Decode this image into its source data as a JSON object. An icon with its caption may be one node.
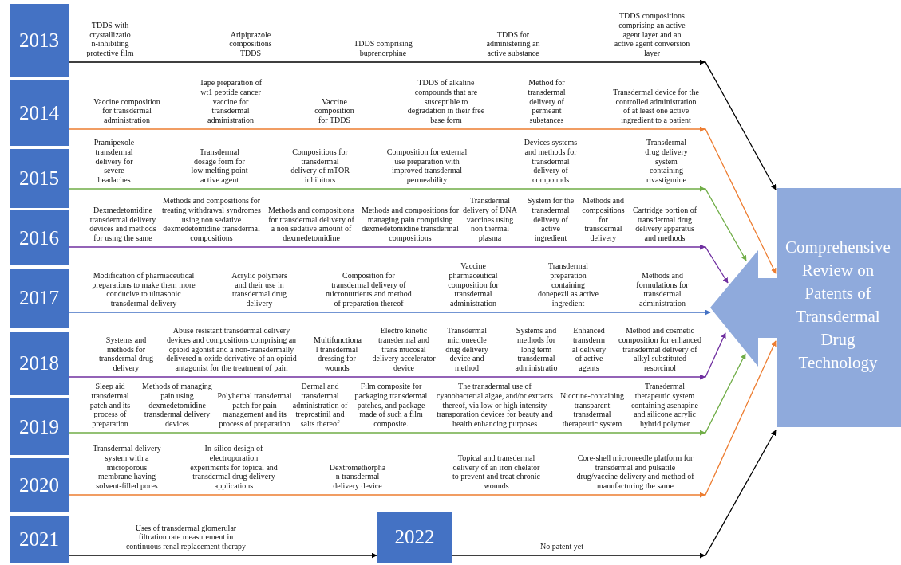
{
  "diagram": {
    "nodes": [
      {
        "text": [
          "2013"
        ]
      },
      {
        "text": [
          "2014"
        ]
      },
      {
        "text": [
          "2015"
        ]
      },
      {
        "text": [
          "2016"
        ]
      },
      {
        "text": [
          "2017"
        ]
      },
      {
        "text": [
          "2018"
        ]
      },
      {
        "text": [
          "2019"
        ]
      },
      {
        "text": [
          "2020"
        ]
      },
      {
        "text": [
          "2021"
        ]
      },
      {
        "text": [
          "2022"
        ]
      },
      {
        "text": [
          "Comprehensive Review on Patents of Transdermal Drug Technology"
        ]
      }
    ],
    "edges": [
      {
        "from": 0,
        "to": 10,
        "arrow": "to"
      },
      {
        "from": 1,
        "to": 10,
        "arrow": "to",
        "color": "#ed7d31"
      },
      {
        "from": 2,
        "to": 10,
        "arrow": "to",
        "color": "#70ad47"
      },
      {
        "from": 3,
        "to": 10,
        "arrow": "to",
        "color": "#7030a0"
      },
      {
        "from": 4,
        "to": 10,
        "arrow": "to",
        "color": "#4472c4"
      },
      {
        "from": 5,
        "to": 10,
        "arrow": "to",
        "color": "#7030a0"
      },
      {
        "from": 6,
        "to": 10,
        "arrow": "to",
        "color": "#70ad47"
      },
      {
        "from": 7,
        "to": 10,
        "arrow": "to",
        "color": "#ed7d31"
      },
      {
        "from": 8,
        "to": 9,
        "arrow": "to"
      },
      {
        "from": 9,
        "to": 10,
        "arrow": "to"
      }
    ],
    "labels": [
      "TDDS with crystallizatio n-inhibiting protective film",
      "Aripiprazole compositions TDDS",
      "TDDS comprising buprenorphine",
      "TDDS for administering an active substance",
      "TDDS compositions comprising an active agent layer and an active agent conversion layer",
      "Vaccine composition for transdermal administration",
      "Tape preparation of wt1 peptide cancer vaccine for transdermal administration",
      "Vaccine composition for TDDS",
      "TDDS of alkaline compounds that are susceptible to degradation in their free base form",
      "Method for transdermal delivery of permeant substances",
      "Transdermal device for the controlled administration of at least one active ingredient to a patient",
      "Pramipexole transdermal delivery for severe headaches",
      "Transdermal dosage form for low melting point active agent",
      "Compositions for transdermal delivery of mTOR inhibitors",
      "Composition for external use preparation with improved transdermal permeability",
      "Devices systems and methods for transdermal delivery of compounds",
      "Transdermal drug delivery system containing rivastigmine",
      "Dexmedetomidine transdermal delivery devices and methods for using the same",
      "Methods and compositions for treating withdrawal syndromes using non sedative dexmedetomidine transdermal compositions",
      "Methods and compositions for transdermal delivery of a non sedative amount of dexmedetomidine",
      "Methods and compositions for managing pain comprising dexmedetomidine transdermal compositions",
      "Transdermal delivery of DNA vaccines using non thermal plasma",
      "System for the transdermal delivery of active ingredient",
      "Methods and compositions for transdermal delivery",
      "Cartridge portion of transdermal drug delivery apparatus and methods",
      "Modification of pharmaceutical preparations to make them more conducive to ultrasonic transdermal delivery",
      "Acrylic polymers and their use in transdermal drug delivery",
      "Composition for transdermal delivery of micronutrients and method of preparation thereof",
      "Vaccine pharmaceutical composition for transdermal administration",
      "Transdermal preparation containing donepezil as active ingredient",
      "Methods and formulations for transdermal administration",
      "Systems and methods for transdermal drug delivery",
      "Abuse resistant transdermal delivery devices and compositions comprising an opioid agonist and a non-transdermally delivered n-oxide derivative of an opioid antagonist for the treatment of pain",
      "Multifunctiona l transdermal dressing for wounds",
      "Electro kinetic transdermal and trans mucosal delivery accelerator device",
      "Transdermal microneedle drug delivery device and method",
      "Systems and methods for long term transdermal administratio",
      "Enhanced transderm al delivery of active agents",
      "Method and cosmetic composition for enhanced transdermal delivery of alkyl substituted resorcinol",
      "Sleep aid transdermal patch and its process of preparation",
      "Methods of managing pain using dexmedetomidine transdermal delivery devices",
      "Polyherbal transdermal patch for pain management and its process of preparation",
      "Dermal and transdermal administration of treprostinil and salts thereof",
      "Film composite for packaging transdermal patches, and package made of such a film composite.",
      "The transdermal use of cyanobacterial algae, and/or extracts thereof, via low or high intensity transporation devices for beauty and health enhancing purposes",
      "Nicotine-containing transparent transdermal therapeutic system",
      "Transdermal therapeutic system containing asenapine and silicone acrylic hybrid polymer",
      "Transdermal delivery system with a microporous membrane having solvent-filled pores",
      "In-silico design of electroporation experiments for topical and transdermal drug delivery applications",
      "Dextromethorpha n transdermal delivery device",
      "Topical and transdermal delivery of an iron chelator to prevent and treat chronic wounds",
      "Core-shell microneedle platform for transdermal and pulsatile drug/vaccine delivery and method of manufacturing the same",
      "Uses of transdermal glomerular filtration rate measurement in continuous renal replacement therapy",
      "No patent yet"
    ]
  }
}
